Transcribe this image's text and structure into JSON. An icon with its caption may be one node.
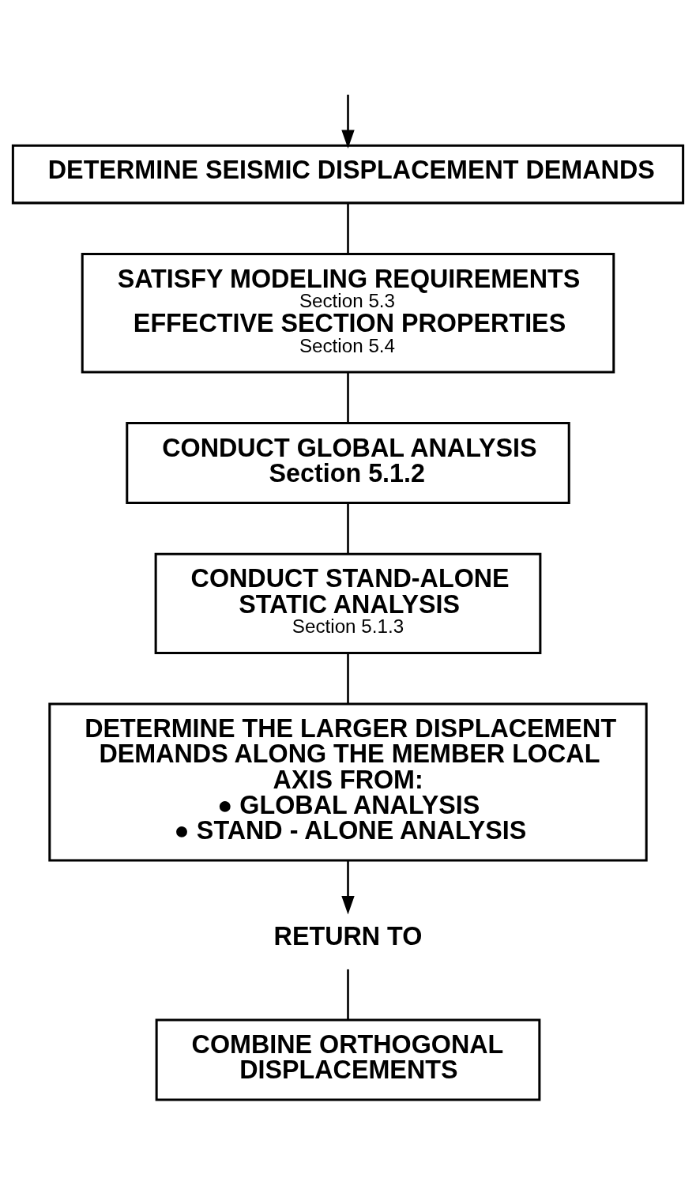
{
  "diagram": {
    "nodes": [
      {
        "text": [
          "DETERMINE SEISMIC DISPLACEMENT DEMANDS"
        ]
      },
      {
        "text": [
          "SATISFY MODELING REQUIREMENTS",
          "Section 5.3",
          "EFFECTIVE SECTION PROPERTIES",
          "Section 5.4"
        ]
      },
      {
        "text": [
          "CONDUCT GLOBAL ANALYSIS",
          "Section 5.1.2"
        ]
      },
      {
        "text": [
          "CONDUCT STAND-ALONE STATIC ANALYSIS",
          "Section 5.1.3"
        ]
      },
      {
        "text": [
          "DETERMINE THE LARGER DISPLACEMENT DEMANDS ALONG THE MEMBER LOCAL AXIS FROM:",
          "● GLOBAL ANALYSIS",
          "● STAND - ALONE ANALYSIS"
        ]
      },
      {
        "text": [
          "RETURN TO"
        ]
      },
      {
        "text": [
          "COMBINE ORTHOGONAL DISPLACEMENTS"
        ]
      }
    ],
    "edges": [
      {
        "from": null,
        "to": 0,
        "arrow": "to"
      },
      {
        "from": 0,
        "to": 1,
        "arrow": "none"
      },
      {
        "from": 1,
        "to": 2,
        "arrow": "none"
      },
      {
        "from": 2,
        "to": 3,
        "arrow": "none"
      },
      {
        "from": 3,
        "to": 4,
        "arrow": "none"
      },
      {
        "from": 4,
        "to": 5,
        "arrow": "to"
      },
      {
        "from": 5,
        "to": 6,
        "arrow": "none"
      }
    ]
  }
}
